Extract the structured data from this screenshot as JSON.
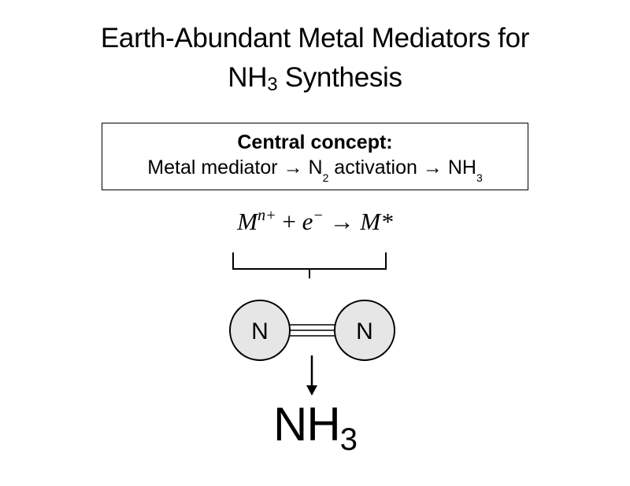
{
  "title": {
    "line1": "Earth-Abundant Metal Mediators for",
    "line2_main": "NH",
    "line2_sub": "3",
    "line2_rest": " Synthesis"
  },
  "concept": {
    "heading": "Central concept:",
    "part1": "Metal mediator ",
    "arrow1": "→",
    "part2": " N",
    "part2_sub": "2",
    "part3": " activation ",
    "arrow2": "→",
    "part4": " NH",
    "part4_sub": "3"
  },
  "equation": {
    "m1": "M",
    "m1_sup": "n+",
    "plus": " + ",
    "e": "e",
    "e_sup": "−",
    "arrow": " → ",
    "m2": "M*"
  },
  "molecule": {
    "atom_left": "N",
    "atom_right": "N",
    "bond": "triple"
  },
  "product": {
    "main": "NH",
    "sub": "3"
  },
  "colors": {
    "atom_fill": "#e6e6e6",
    "stroke": "#000000"
  }
}
